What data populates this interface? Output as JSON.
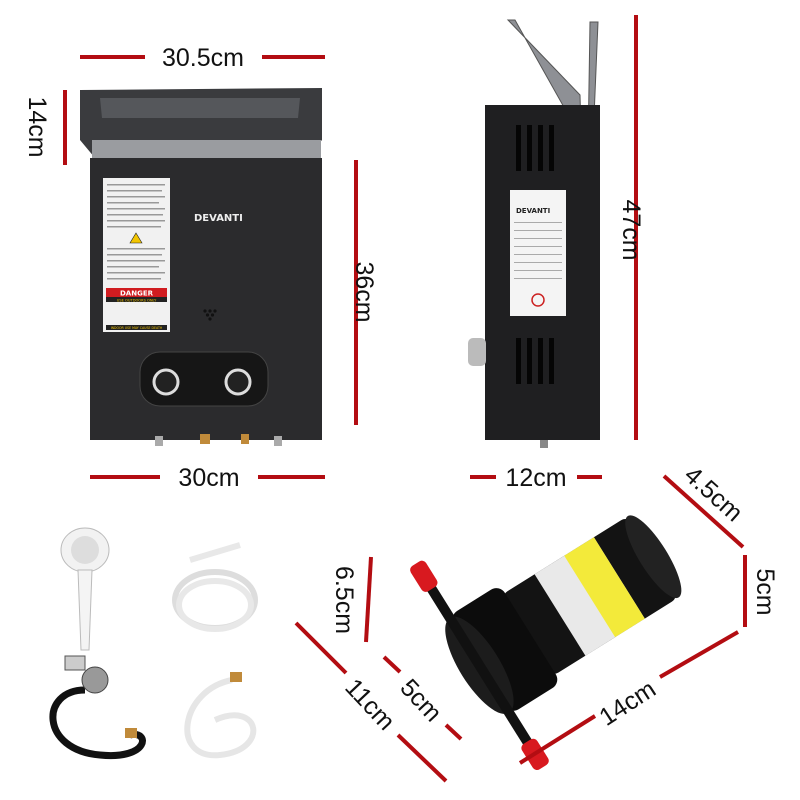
{
  "brand": "DEVANTI",
  "heater_label": {
    "danger": "DANGER",
    "use_outdoors": "USE OUTDOORS ONLY",
    "indoor_warning": "INDOOR USE MAY CAUSE DEATH"
  },
  "dimensions": {
    "heater_top_width": "30.5cm",
    "hood_height": "14cm",
    "body_height": "36cm",
    "body_width": "30cm",
    "total_height": "47cm",
    "depth": "12cm",
    "pump_end_diameter": "4.5cm",
    "pump_body_height": "5cm",
    "pump_inlet_span": "6.5cm",
    "pump_head_width": "11cm",
    "pump_head_depth": "5cm",
    "pump_length": "14cm"
  },
  "colors": {
    "dimension_line": "#b30d12",
    "heater_body": "#2b2b2d",
    "pump_cap": "#d8191f",
    "pump_label": "#f3ea3a"
  }
}
